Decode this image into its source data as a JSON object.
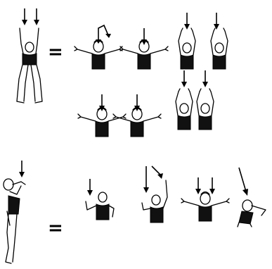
{
  "equation_rows": [
    {
      "equals_sign": "=",
      "source_figure": "hands-overhead-pose",
      "result_groups": [
        "one-arm-raised-poses",
        "single-down-arrow-poses",
        "hands-overhead-pair",
        "arms-out-pair",
        "hands-overhead-pair-lower"
      ]
    },
    {
      "equals_sign": "=",
      "source_figure": "side-reaching-pose",
      "result_groups": [
        "right-arm-up-pose",
        "diagonal-arrow-pose",
        "arms-out-pose",
        "side-lean-pose"
      ]
    }
  ],
  "icons": {
    "arrow": "down-arrow-icon",
    "figure": "person-figure-icon"
  },
  "colors": {
    "ink": "#000000",
    "background": "#ffffff"
  }
}
